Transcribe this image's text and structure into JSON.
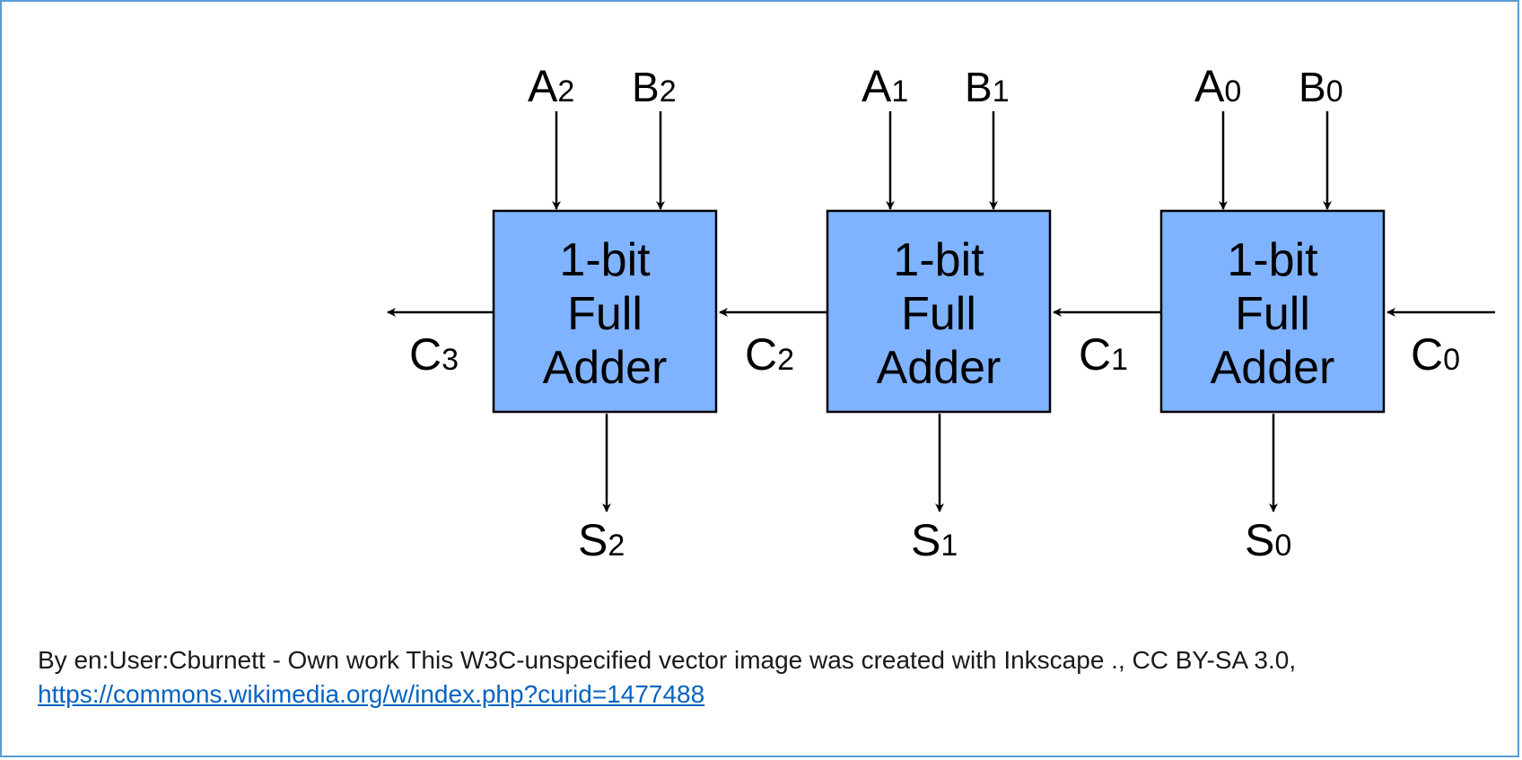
{
  "adders": [
    {
      "line1": "1-bit",
      "line2": "Full",
      "line3": "Adder",
      "a": "A",
      "a_sub": "2",
      "b": "B",
      "b_sub": "2",
      "s": "S",
      "s_sub": "2",
      "carry_in": "C",
      "carry_in_sub": "2"
    },
    {
      "line1": "1-bit",
      "line2": "Full",
      "line3": "Adder",
      "a": "A",
      "a_sub": "1",
      "b": "B",
      "b_sub": "1",
      "s": "S",
      "s_sub": "1",
      "carry_in": "C",
      "carry_in_sub": "1"
    },
    {
      "line1": "1-bit",
      "line2": "Full",
      "line3": "Adder",
      "a": "A",
      "a_sub": "0",
      "b": "B",
      "b_sub": "0",
      "s": "S",
      "s_sub": "0",
      "carry_in": "C",
      "carry_in_sub": "0"
    }
  ],
  "carry_out": {
    "label": "C",
    "sub": "3"
  },
  "colors": {
    "box_fill": "#80b3ff",
    "stroke": "#000000",
    "border": "#5b9bd5",
    "link": "#0563c1"
  },
  "caption": {
    "text": "By en:User:Cburnett - Own work This W3C-unspecified vector image was created with Inkscape ., CC BY-SA 3.0, ",
    "link_text": "https://commons.wikimedia.org/w/index.php?curid=1477488"
  }
}
